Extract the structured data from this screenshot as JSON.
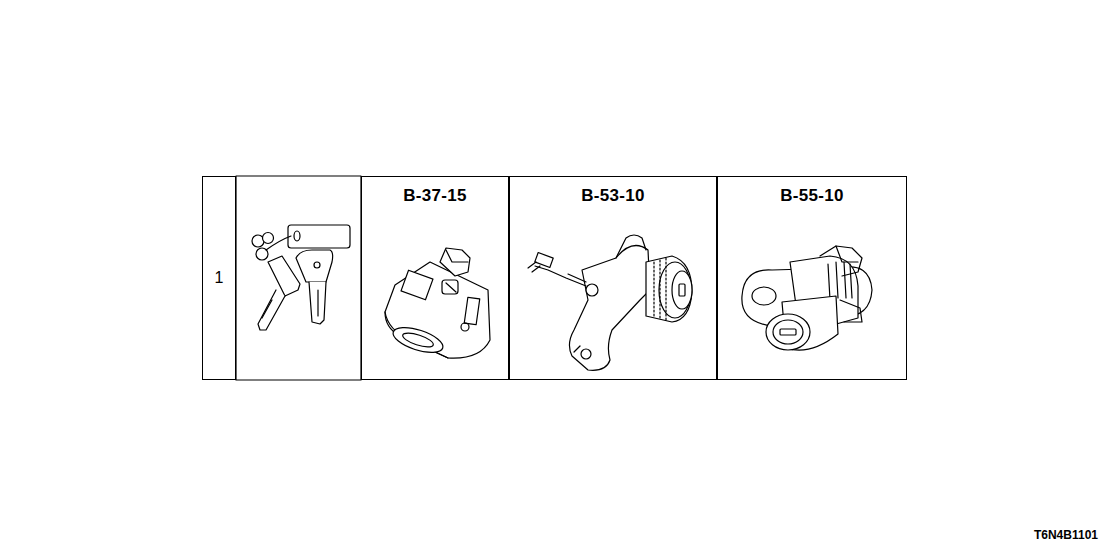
{
  "diagram": {
    "nodes": [
      {
        "text": [
          "1"
        ]
      },
      {
        "text": [
          "B-37-15"
        ]
      },
      {
        "text": [
          "B-53-10"
        ]
      },
      {
        "text": [
          "B-55-10"
        ]
      }
    ],
    "labels": [
      "T6N4B1101"
    ]
  }
}
